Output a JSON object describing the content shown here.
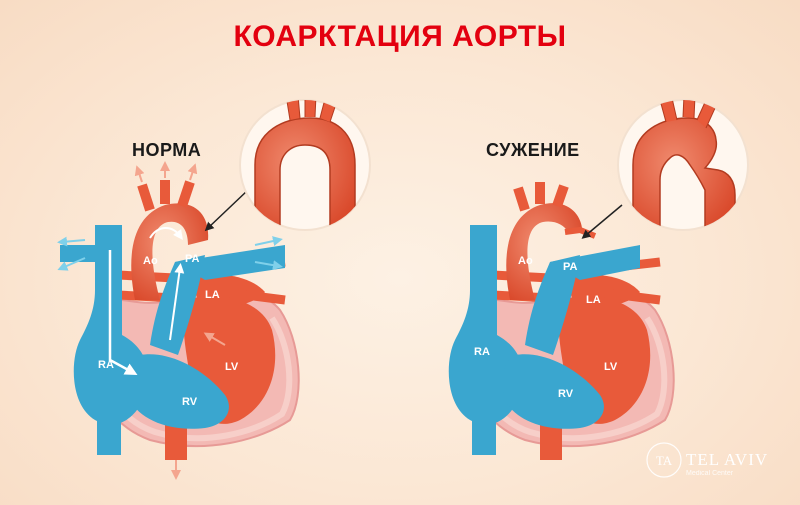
{
  "title": "КОАРКТАЦИЯ АОРТЫ",
  "panels": [
    {
      "label": "НОРМА",
      "chambers": {
        "aorta": "Ao",
        "pulmonary": "PA",
        "left_atrium": "LA",
        "left_ventricle": "LV",
        "right_atrium": "RA",
        "right_ventricle": "RV"
      }
    },
    {
      "label": "СУЖЕНИЕ",
      "chambers": {
        "aorta": "Ao",
        "pulmonary": "PA",
        "left_atrium": "LA",
        "left_ventricle": "LV",
        "right_atrium": "RA",
        "right_ventricle": "RV"
      }
    }
  ],
  "brand": {
    "name": "TEL AVIV",
    "monogram": "TA",
    "subtitle": "Medical Center"
  },
  "colors": {
    "title": "#e3000f",
    "arterial": "#e85a3a",
    "venous": "#3aa6cf",
    "pericardium": "#f3b9b4",
    "arrow_light": "#ffffff"
  }
}
